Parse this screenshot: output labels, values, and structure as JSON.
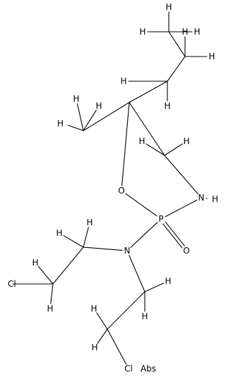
{
  "atoms": [
    {
      "id": "H1",
      "symbol": "H"
    },
    {
      "id": "H2",
      "symbol": "H"
    },
    {
      "id": "H3",
      "symbol": "H"
    },
    {
      "id": "H4",
      "symbol": "H"
    },
    {
      "id": "H5",
      "symbol": "H"
    },
    {
      "id": "H6",
      "symbol": "H"
    },
    {
      "id": "H7",
      "symbol": "H"
    },
    {
      "id": "H8",
      "symbol": "H"
    },
    {
      "id": "H9",
      "symbol": "H"
    },
    {
      "id": "H10",
      "symbol": "H"
    },
    {
      "id": "H11",
      "symbol": "H"
    },
    {
      "id": "H12",
      "symbol": "H"
    },
    {
      "id": "H13",
      "symbol": "H"
    },
    {
      "id": "H14",
      "symbol": "H"
    },
    {
      "id": "H15",
      "symbol": "H"
    },
    {
      "id": "H16",
      "symbol": "H"
    },
    {
      "id": "H17",
      "symbol": "H"
    },
    {
      "id": "H18",
      "symbol": "H"
    },
    {
      "id": "H19",
      "symbol": "H"
    },
    {
      "id": "H20",
      "symbol": "H"
    },
    {
      "id": "H21",
      "symbol": "H"
    },
    {
      "id": "O1",
      "symbol": "O"
    },
    {
      "id": "N1",
      "symbol": "N"
    },
    {
      "id": "H22",
      "symbol": "H"
    },
    {
      "id": "P1",
      "symbol": "P"
    },
    {
      "id": "O2",
      "symbol": "O"
    },
    {
      "id": "N2",
      "symbol": "N"
    },
    {
      "id": "Cl1",
      "symbol": "Cl"
    },
    {
      "id": "Cl2",
      "symbol": "Cl"
    }
  ],
  "bonds": [
    {
      "a": "C1",
      "b": "C2",
      "order": 1
    },
    {
      "a": "C2",
      "b": "C3",
      "order": 1
    },
    {
      "a": "C3",
      "b": "C4",
      "order": 1
    },
    {
      "a": "C4",
      "b": "C5",
      "order": 1
    },
    {
      "a": "C4",
      "b": "O1",
      "order": 1
    },
    {
      "a": "C4",
      "b": "C6",
      "order": 1
    },
    {
      "a": "C6",
      "b": "N1",
      "order": 1
    },
    {
      "a": "N1",
      "b": "P1",
      "order": 1
    },
    {
      "a": "O1",
      "b": "P1",
      "order": 1
    },
    {
      "a": "P1",
      "b": "O2",
      "order": 2
    },
    {
      "a": "P1",
      "b": "N2",
      "order": 1
    },
    {
      "a": "N2",
      "b": "C7",
      "order": 1
    },
    {
      "a": "C7",
      "b": "C8",
      "order": 1
    },
    {
      "a": "C8",
      "b": "Cl1",
      "order": 1
    },
    {
      "a": "N2",
      "b": "C9",
      "order": 1
    },
    {
      "a": "C9",
      "b": "C10",
      "order": 1
    },
    {
      "a": "C10",
      "b": "Cl2",
      "order": 1
    },
    {
      "a": "C1",
      "b": "H1",
      "order": 1
    },
    {
      "a": "C1",
      "b": "H2",
      "order": 1
    },
    {
      "a": "C1",
      "b": "H3",
      "order": 1
    },
    {
      "a": "C2",
      "b": "H4",
      "order": 1
    },
    {
      "a": "C2",
      "b": "H5",
      "order": 1
    },
    {
      "a": "C3",
      "b": "H6",
      "order": 1
    },
    {
      "a": "C3",
      "b": "H7",
      "order": 1
    },
    {
      "a": "C5",
      "b": "H8",
      "order": 1
    },
    {
      "a": "C5",
      "b": "H9",
      "order": 1
    },
    {
      "a": "C5",
      "b": "H10",
      "order": 1
    },
    {
      "a": "C6",
      "b": "H11",
      "order": 1
    },
    {
      "a": "C6",
      "b": "H12",
      "order": 1
    },
    {
      "a": "C7",
      "b": "H13",
      "order": 1
    },
    {
      "a": "C7",
      "b": "H14",
      "order": 1
    },
    {
      "a": "C8",
      "b": "H15",
      "order": 1
    },
    {
      "a": "C8",
      "b": "H16",
      "order": 1
    },
    {
      "a": "C9",
      "b": "H17",
      "order": 1
    },
    {
      "a": "C9",
      "b": "H18",
      "order": 1
    },
    {
      "a": "C10",
      "b": "H19",
      "order": 1
    },
    {
      "a": "C10",
      "b": "H20",
      "order": 1
    },
    {
      "a": "N1",
      "b": "H22",
      "order": 1
    }
  ],
  "extra_labels": [
    {
      "id": "Abs",
      "text": "Abs"
    }
  ]
}
